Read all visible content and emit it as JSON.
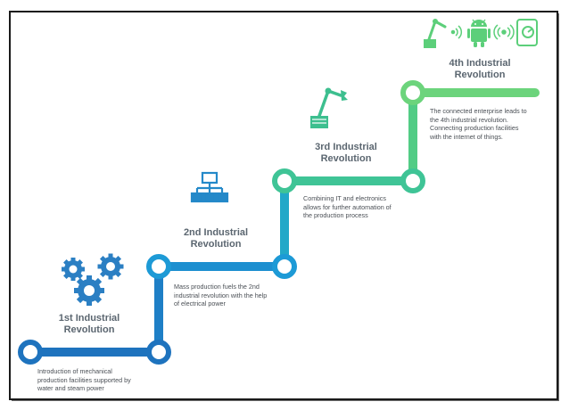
{
  "colors": {
    "stage1": "#1e73be",
    "stage2": "#1d9ad6",
    "stage3": "#3fc496",
    "stage4": "#6cd47c",
    "icon1": "#2b7fc3",
    "icon2": "#2489c9",
    "icon3": "#3dbf8f",
    "icon4": "#5ccf7a",
    "text": "#4a4f55",
    "title": "#5b6670"
  },
  "stages": [
    {
      "title_line1": "1st Industrial",
      "title_line2": "Revolution",
      "desc_line1": "Introduction of mechanical",
      "desc_line2": "production facilities supported by",
      "desc_line3": "water and steam power",
      "icon": "gears-icon"
    },
    {
      "title_line1": "2nd Industrial",
      "title_line2": "Revolution",
      "desc_line1": "Mass production fuels the 2nd",
      "desc_line2": "industrial revolution with the help",
      "desc_line3": "of electrical power",
      "icon": "hierarchy-icon"
    },
    {
      "title_line1": "3rd Industrial",
      "title_line2": "Revolution",
      "desc_line1": "Combining  IT and electronics",
      "desc_line2": "allows for further automation of",
      "desc_line3": "the production process",
      "icon": "robot-arm-icon"
    },
    {
      "title_line1": "4th Industrial",
      "title_line2": "Revolution",
      "desc_line1": "The connected enterprise leads to",
      "desc_line2": "the 4th industrial revolution.",
      "desc_line3": "Connecting production facilities",
      "desc_line4": "with the internet of things.",
      "icon": "iot-icons"
    }
  ]
}
